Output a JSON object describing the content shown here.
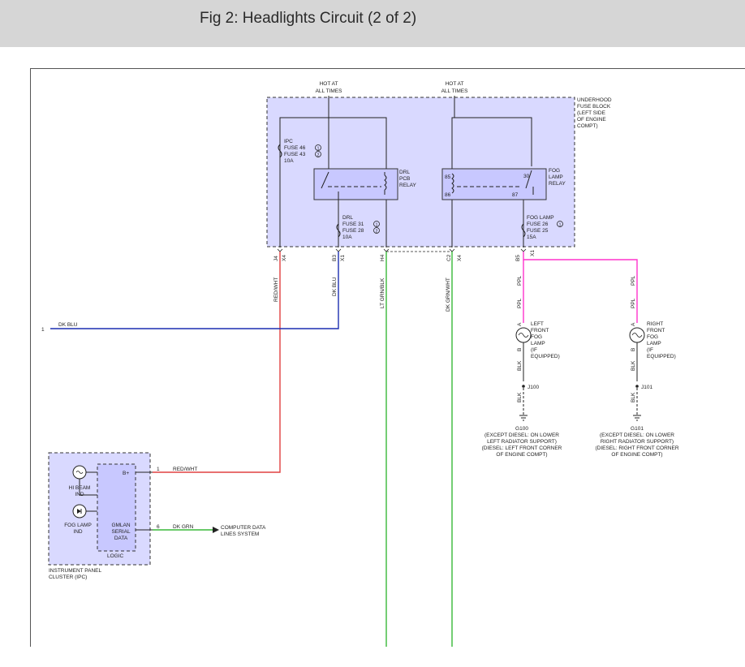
{
  "header": {
    "title": "Fig 2: Headlights Circuit (2 of 2)"
  },
  "fuse_block": {
    "hot_left": [
      "HOT AT",
      "ALL TIMES"
    ],
    "hot_right": [
      "HOT AT",
      "ALL TIMES"
    ],
    "name": [
      "UNDERHOOD",
      "FUSE BLOCK",
      "(LEFT SIDE",
      "OF ENGINE",
      "COMPT)"
    ],
    "ipc_fuse": [
      "IPC",
      "FUSE 46",
      "FUSE 43",
      "10A"
    ],
    "drl_relay": [
      "DRL",
      "PCB",
      "RELAY"
    ],
    "drl_fuse": [
      "DRL",
      "FUSE 31",
      "FUSE 28",
      "10A"
    ],
    "fog_relay": [
      "FOG",
      "LAMP",
      "RELAY"
    ],
    "fog_fuse": [
      "FOG LAMP",
      "FUSE 26",
      "FUSE 25",
      "15A"
    ],
    "relay_pins": {
      "p85": "85",
      "p86": "86",
      "p30": "30",
      "p87": "87"
    },
    "circle_1": "1",
    "circle_2": "2"
  },
  "connectors": {
    "j4": "J4",
    "x4a": "X4",
    "b3": "B3",
    "x1a": "X1",
    "h4": "H4",
    "c2": "C2",
    "x4b": "X4",
    "b5": "B5",
    "x1b": "X1"
  },
  "wires": {
    "red_wht": "RED/WHT",
    "dk_blu": "DK BLU",
    "lt_grn_blk": "LT GRN/BLK",
    "dk_grn_wht": "DK GRN/WHT",
    "ppl": "PPL",
    "blk": "BLK",
    "dk_grn": "DK GRN"
  },
  "left_input": {
    "pin": "1",
    "wire": "DK BLU"
  },
  "left_fog": {
    "pin_a": "A",
    "pin_b": "B",
    "label": [
      "LEFT",
      "FRONT",
      "FOG",
      "LAMP",
      "(IF",
      "EQUIPPED)"
    ],
    "splice": "J100",
    "ground": "G100",
    "ground_desc": [
      "(EXCEPT DIESEL: ON LOWER",
      "LEFT RADIATOR SUPPORT)",
      "(DIESEL: LEFT FRONT CORNER",
      "OF ENGINE COMPT)"
    ]
  },
  "right_fog": {
    "pin_a": "A",
    "pin_b": "B",
    "label": [
      "RIGHT",
      "FRONT",
      "FOG",
      "LAMP",
      "(IF",
      "EQUIPPED)"
    ],
    "splice": "J101",
    "ground": "G101",
    "ground_desc": [
      "(EXCEPT DIESEL: ON LOWER",
      "RIGHT RADIATOR SUPPORT)",
      "(DIESEL: RIGHT FRONT CORNER",
      "OF ENGINE COMPT)"
    ]
  },
  "ipc": {
    "hi_beam": [
      "HI BEAM",
      "IND"
    ],
    "fog_ind": [
      "FOG LAMP",
      "IND"
    ],
    "b_plus": "B+",
    "gmlan": [
      "GMLAN",
      "SERIAL",
      "DATA"
    ],
    "logic": "LOGIC",
    "name": [
      "INSTRUMENT PANEL",
      "CLUSTER (IPC)"
    ],
    "pin1": "1",
    "wire1": "RED/WHT",
    "pin6": "6",
    "wire6": "DK GRN",
    "data_lines": [
      "COMPUTER DATA",
      "LINES SYSTEM"
    ]
  },
  "colors": {
    "red": "#e04040",
    "blue": "#1c2fb0",
    "green": "#38b838",
    "magenta": "#ff33cc",
    "block": "#d9d9ff"
  }
}
